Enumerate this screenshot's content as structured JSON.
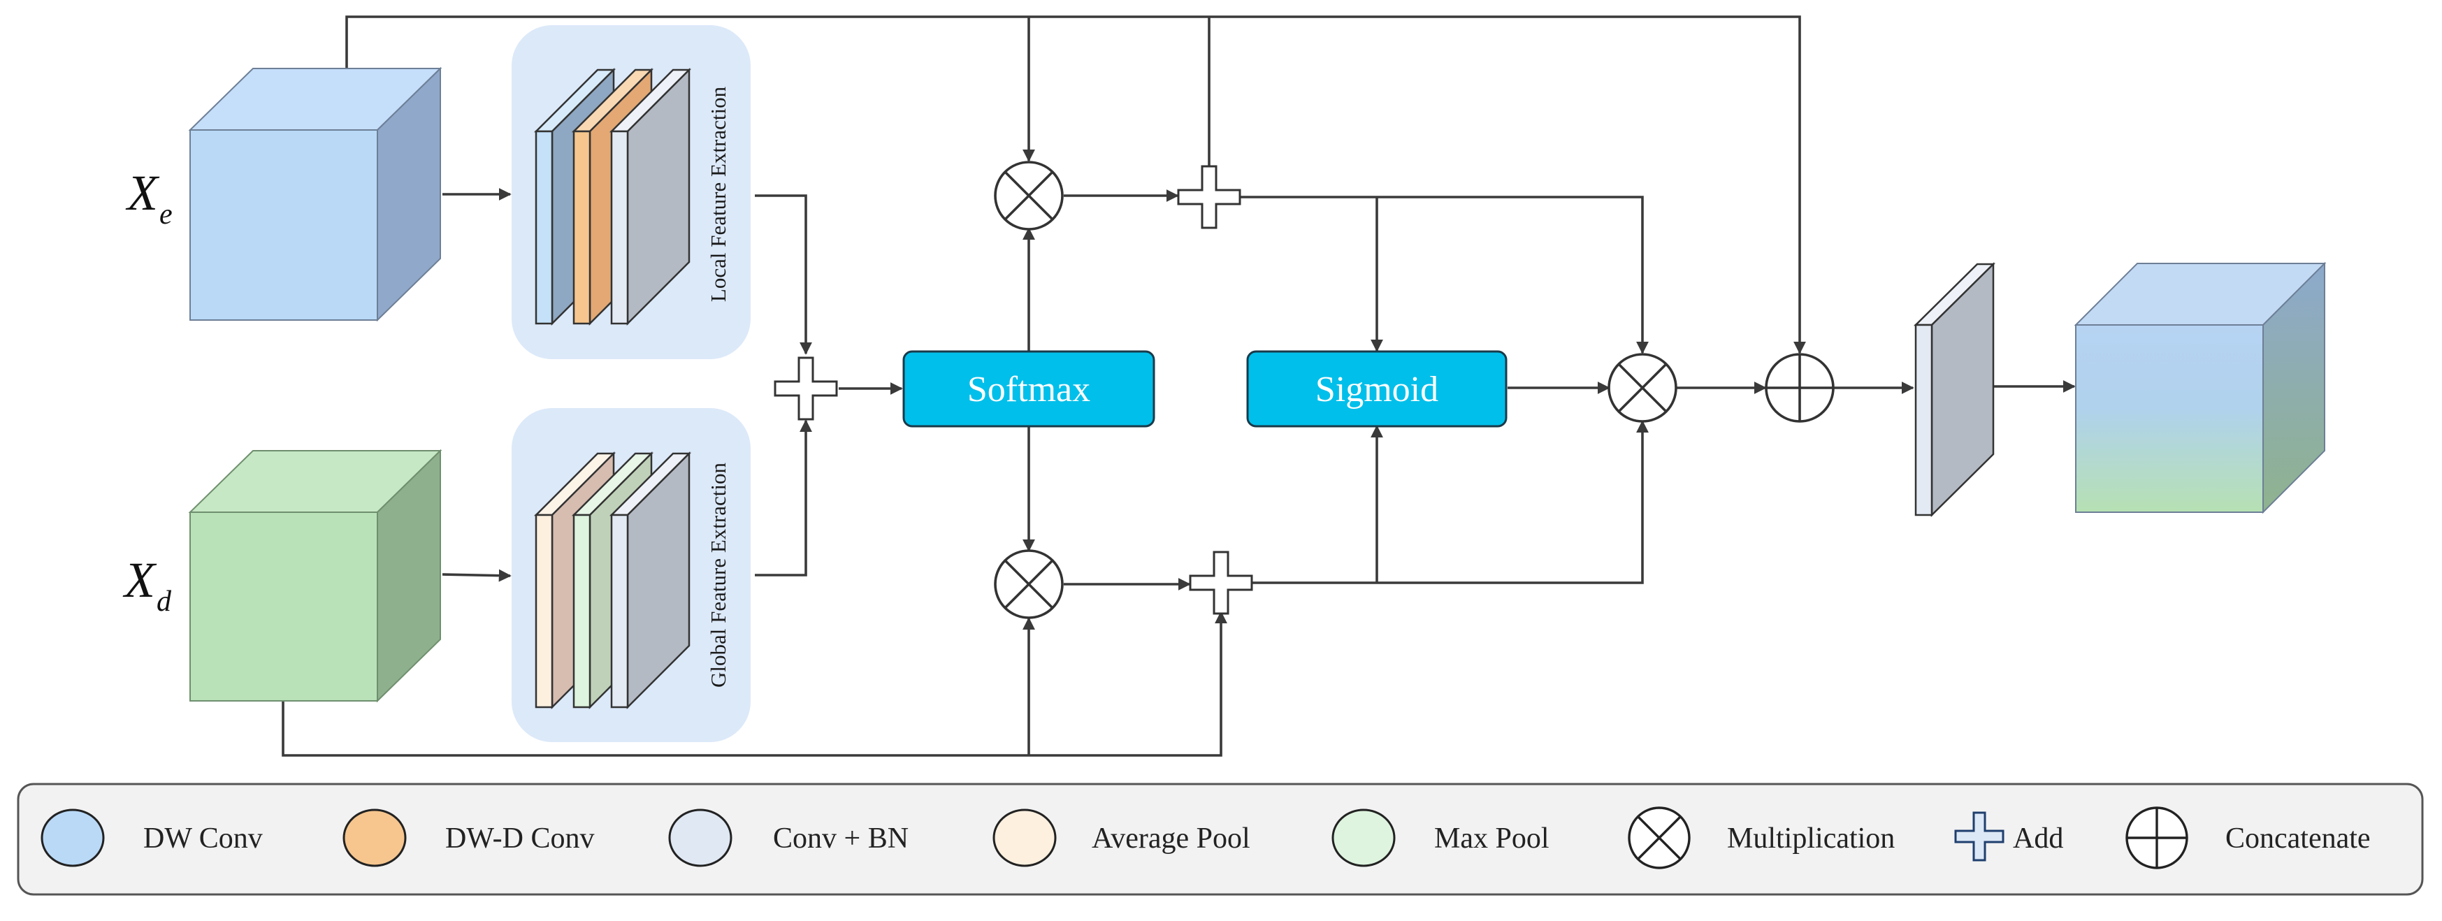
{
  "inputs": {
    "xe": {
      "base": "X",
      "sub": "e"
    },
    "xd": {
      "base": "X",
      "sub": "d"
    }
  },
  "panels": {
    "local": "Local Feature Extraction",
    "global": "Global Feature Extraction"
  },
  "blocks": {
    "softmax": "Softmax",
    "sigmoid": "Sigmoid"
  },
  "legend": {
    "items": [
      {
        "label": "DW Conv",
        "icon": "dw-conv-swatch",
        "color": "#b9d9f7"
      },
      {
        "label": "DW-D Conv",
        "icon": "dw-d-conv-swatch",
        "color": "#f6c68e"
      },
      {
        "label": "Conv + BN",
        "icon": "conv-bn-swatch",
        "color": "#dfe8f3"
      },
      {
        "label": "Average Pool",
        "icon": "average-pool-swatch",
        "color": "#fdf0df"
      },
      {
        "label": "Max Pool",
        "icon": "max-pool-swatch",
        "color": "#def4df"
      },
      {
        "label": "Multiplication",
        "icon": "multiplication-icon"
      },
      {
        "label": "Add",
        "icon": "add-icon"
      },
      {
        "label": "Concatenate",
        "icon": "concatenate-icon"
      }
    ]
  },
  "colors": {
    "block_fill": "#00bfea",
    "panel_fill": "#dce9f9",
    "cube_blue": "#b9d9f7",
    "cube_green": "#b9e2b8",
    "line": "#3a3a3a"
  }
}
